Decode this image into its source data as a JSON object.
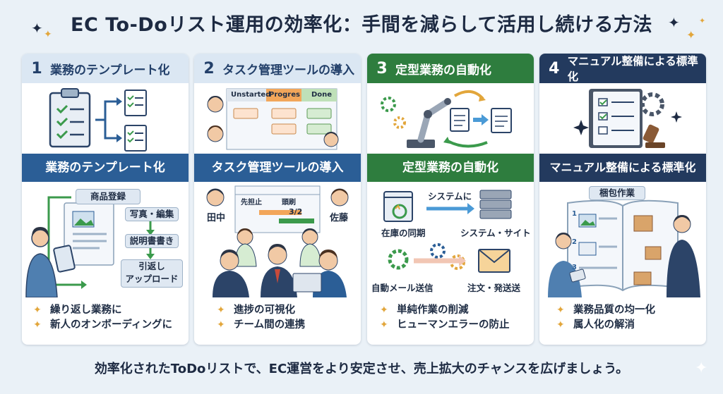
{
  "title": "EC To-Doリスト運用の効率化：手間を減らして活用し続ける方法",
  "footer": "効率化されたToDoリストで、EC運営をより安定させ、売上拡大のチャンスを広げましょう。",
  "colors": {
    "card1": "#2b5e96",
    "card2": "#2b5e96",
    "card3": "#2e7d3e",
    "card4": "#233a5e",
    "accent": "#e2a63b",
    "arrow_green": "#3b9a4c"
  },
  "cards": [
    {
      "num": "1",
      "head": "業務のテンプレート化",
      "band": "業務のテンプレート化",
      "illus": {
        "header": "商品登録",
        "step1": "写真・編集",
        "step2": "説明書書き",
        "step3_line1": "引返し",
        "step3_line2": "アップロード"
      },
      "bullets": [
        "繰り返し業務に",
        "新人のオンボーディングに"
      ]
    },
    {
      "num": "2",
      "head": "タスク管理ツールの導入",
      "band": "タスク管理ツールの導入",
      "kanban": [
        "Unstarted",
        "Progres",
        "Done"
      ],
      "illus": {
        "col1": "先担止",
        "col2": "頭刷",
        "date": "3/2",
        "name_left": "田中",
        "name_right": "佐藤"
      },
      "bullets": [
        "進捗の可視化",
        "チーム間の連携"
      ]
    },
    {
      "num": "3",
      "head": "定型業務の自動化",
      "band": "定型業務の自動化",
      "illus": {
        "system_to": "システムに",
        "stock_sync": "在庫の同期",
        "system_site": "システム・サイト",
        "auto_mail": "自動メール送信",
        "order_ship": "注文・発送送"
      },
      "bullets": [
        "単純作業の削減",
        "ヒューマンエラーの防止"
      ]
    },
    {
      "num": "4",
      "head": "マニュアル整備による標準化",
      "band": "マニュアル整備による標準化",
      "illus": {
        "header": "梱包作業",
        "step1": "1",
        "step2": "2",
        "step3": "3"
      },
      "bullets": [
        "業務品質の均一化",
        "属人化の解消"
      ]
    }
  ]
}
